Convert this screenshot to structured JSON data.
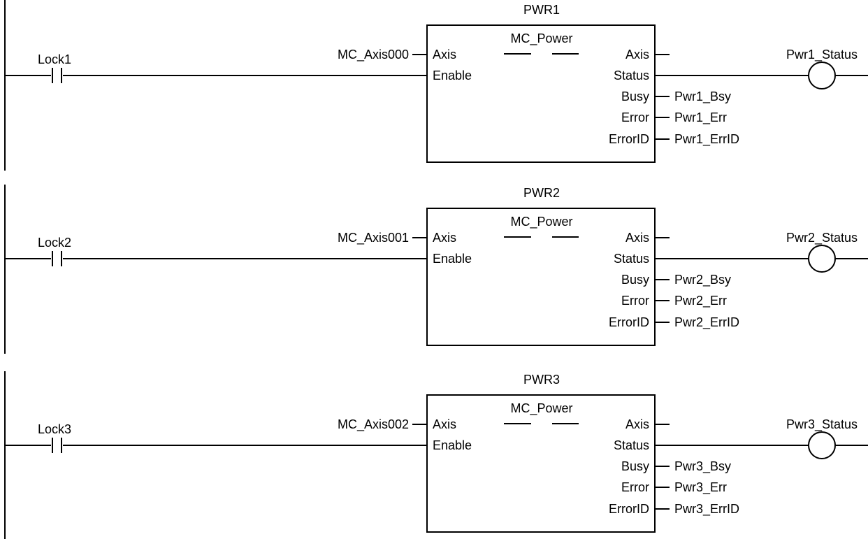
{
  "rungs": [
    {
      "contact_label": "Lock1",
      "instance_name": "PWR1",
      "function_block": "MC_Power",
      "axis_variable": "MC_Axis000",
      "inputs": [
        "Axis",
        "Enable"
      ],
      "outputs": [
        "Axis",
        "Status",
        "Busy",
        "Error",
        "ErrorID"
      ],
      "output_variables": {
        "busy": "Pwr1_Bsy",
        "error": "Pwr1_Err",
        "errorid": "Pwr1_ErrID"
      },
      "coil_label": "Pwr1_Status"
    },
    {
      "contact_label": "Lock2",
      "instance_name": "PWR2",
      "function_block": "MC_Power",
      "axis_variable": "MC_Axis001",
      "inputs": [
        "Axis",
        "Enable"
      ],
      "outputs": [
        "Axis",
        "Status",
        "Busy",
        "Error",
        "ErrorID"
      ],
      "output_variables": {
        "busy": "Pwr2_Bsy",
        "error": "Pwr2_Err",
        "errorid": "Pwr2_ErrID"
      },
      "coil_label": "Pwr2_Status"
    },
    {
      "contact_label": "Lock3",
      "instance_name": "PWR3",
      "function_block": "MC_Power",
      "axis_variable": "MC_Axis002",
      "inputs": [
        "Axis",
        "Enable"
      ],
      "outputs": [
        "Axis",
        "Status",
        "Busy",
        "Error",
        "ErrorID"
      ],
      "output_variables": {
        "busy": "Pwr3_Bsy",
        "error": "Pwr3_Err",
        "errorid": "Pwr3_ErrID"
      },
      "coil_label": "Pwr3_Status"
    }
  ]
}
